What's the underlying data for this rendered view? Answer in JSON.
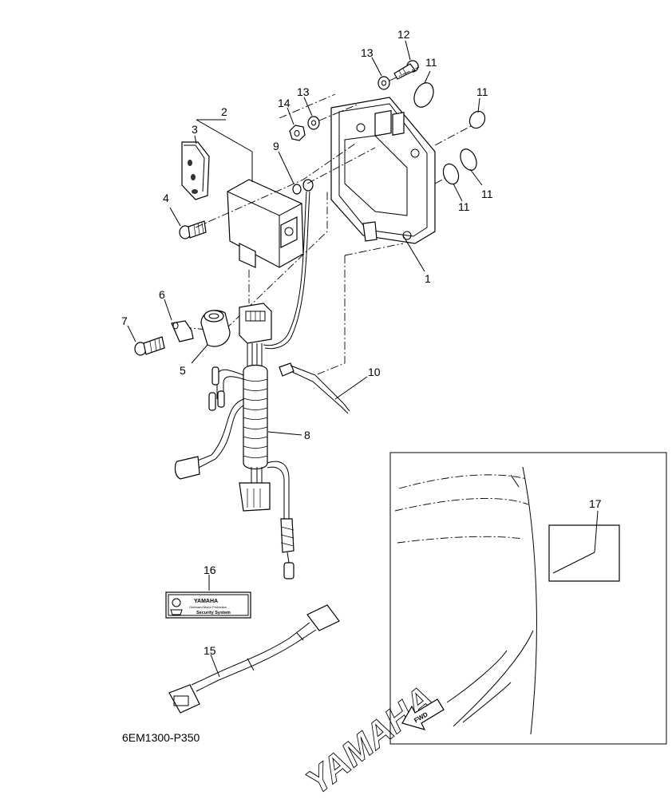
{
  "drawing_code": "6EM1300-P350",
  "callouts": [
    {
      "id": "c1",
      "text": "1"
    },
    {
      "id": "c2",
      "text": "2"
    },
    {
      "id": "c3",
      "text": "3"
    },
    {
      "id": "c4",
      "text": "4"
    },
    {
      "id": "c5",
      "text": "5"
    },
    {
      "id": "c6",
      "text": "6"
    },
    {
      "id": "c7",
      "text": "7"
    },
    {
      "id": "c8",
      "text": "8"
    },
    {
      "id": "c9",
      "text": "9"
    },
    {
      "id": "c10",
      "text": "10"
    },
    {
      "id": "c11a",
      "text": "11"
    },
    {
      "id": "c11b",
      "text": "11"
    },
    {
      "id": "c11c",
      "text": "11"
    },
    {
      "id": "c11d",
      "text": "11"
    },
    {
      "id": "c12",
      "text": "12"
    },
    {
      "id": "c13a",
      "text": "13"
    },
    {
      "id": "c13b",
      "text": "13"
    },
    {
      "id": "c14",
      "text": "14"
    },
    {
      "id": "c15",
      "text": "15"
    },
    {
      "id": "c16",
      "text": "16"
    },
    {
      "id": "c17",
      "text": "17"
    }
  ],
  "decal_16": {
    "brand": "YAMAHA",
    "line1": "Outboard Motor Protection",
    "line2": "Security System"
  },
  "cowling": {
    "brand": "YAMAHA",
    "arrow": "FWD"
  }
}
